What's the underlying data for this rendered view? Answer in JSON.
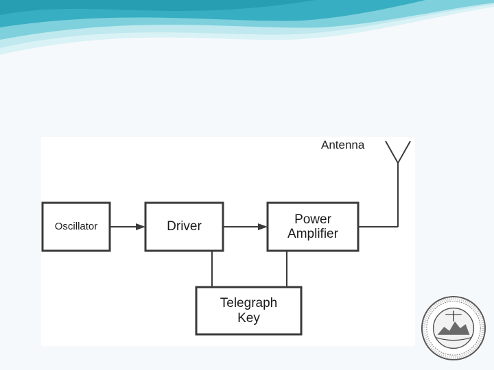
{
  "slide": {
    "theme_colors": {
      "background": "#f6f9fb",
      "wave_light": "#bfe8ef",
      "wave_mid": "#7dd0dc",
      "wave_dark": "#2aa8bc"
    }
  },
  "diagram": {
    "antenna_label": "Antenna",
    "blocks": [
      {
        "id": "oscillator",
        "lines": [
          "Oscillator"
        ]
      },
      {
        "id": "driver",
        "lines": [
          "Driver"
        ]
      },
      {
        "id": "power-amplifier",
        "lines": [
          "Power",
          "Amplifier"
        ]
      },
      {
        "id": "telegraph-key",
        "lines": [
          "Telegraph",
          "Key"
        ]
      }
    ],
    "connections": [
      {
        "from": "oscillator",
        "to": "driver",
        "arrow": true
      },
      {
        "from": "driver",
        "to": "power-amplifier",
        "arrow": true
      },
      {
        "from": "power-amplifier",
        "to": "antenna",
        "arrow": false
      },
      {
        "from": "telegraph-key",
        "to": "driver",
        "arrow": false
      },
      {
        "from": "telegraph-key",
        "to": "power-amplifier",
        "arrow": false
      }
    ]
  },
  "logo": {
    "name": "seal-logo"
  }
}
